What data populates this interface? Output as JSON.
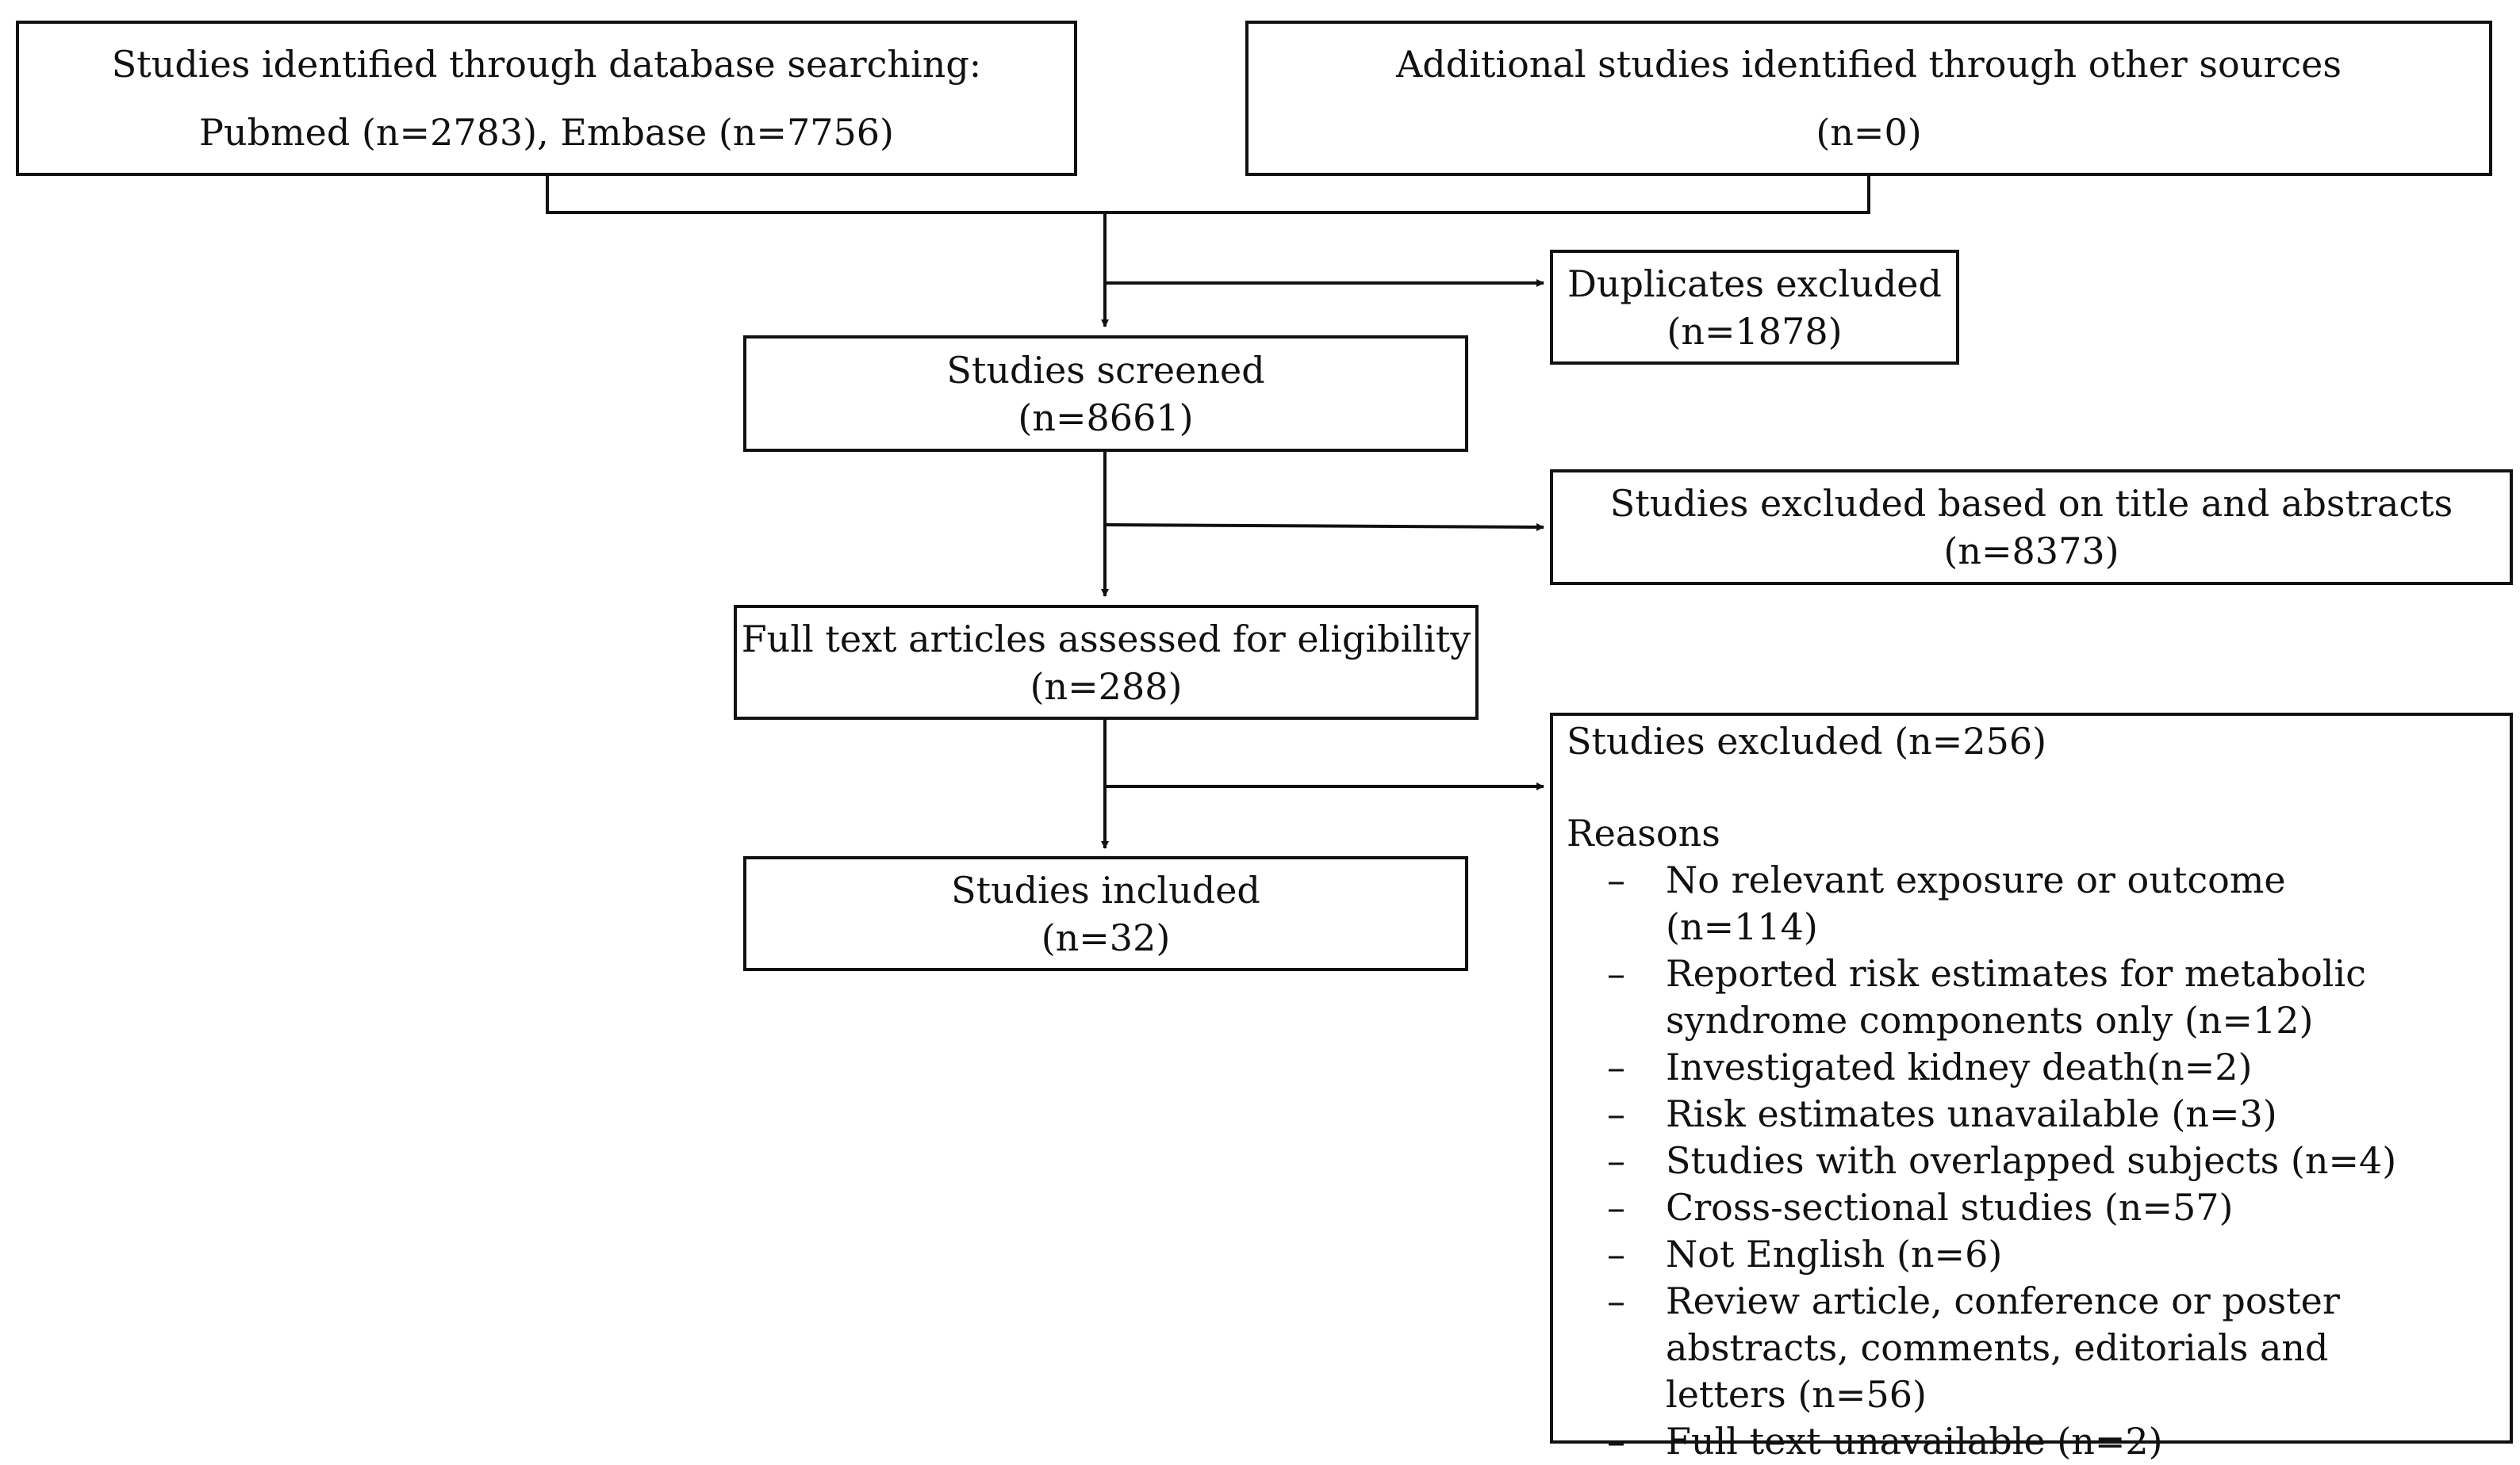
{
  "identification": {
    "db_line1": "Studies identified through database searching:",
    "db_line2": "Pubmed  (n=2783), Embase  (n=7756)",
    "other_line1": "Additional studies identified through other sources",
    "other_line2": "(n=0)"
  },
  "duplicates": {
    "label": "Duplicates excluded",
    "count": "(n=1878)"
  },
  "screened": {
    "label": "Studies screened",
    "count": "(n=8661)"
  },
  "excluded_title": {
    "label": "Studies excluded based on title and abstracts",
    "count": "(n=8373)"
  },
  "fulltext": {
    "label": "Full text articles assessed for eligibility",
    "count": "(n=288)"
  },
  "included": {
    "label": "Studies included",
    "count": "(n=32)"
  },
  "excluded_fulltext": {
    "label": "Studies excluded (n=256)",
    "reasons_heading": "Reasons",
    "dash": "–",
    "reasons": [
      "No relevant exposure or outcome (n=114)",
      "Reported risk estimates for metabolic syndrome components only (n=12)",
      "Investigated kidney death(n=2)",
      "Risk estimates unavailable (n=3)",
      "Studies with overlapped subjects (n=4)",
      "Cross-sectional studies (n=57)",
      "Not English (n=6)",
      "Review article, conference or poster abstracts, comments, editorials and letters (n=56)",
      "Full text unavailable (n=2)"
    ]
  }
}
